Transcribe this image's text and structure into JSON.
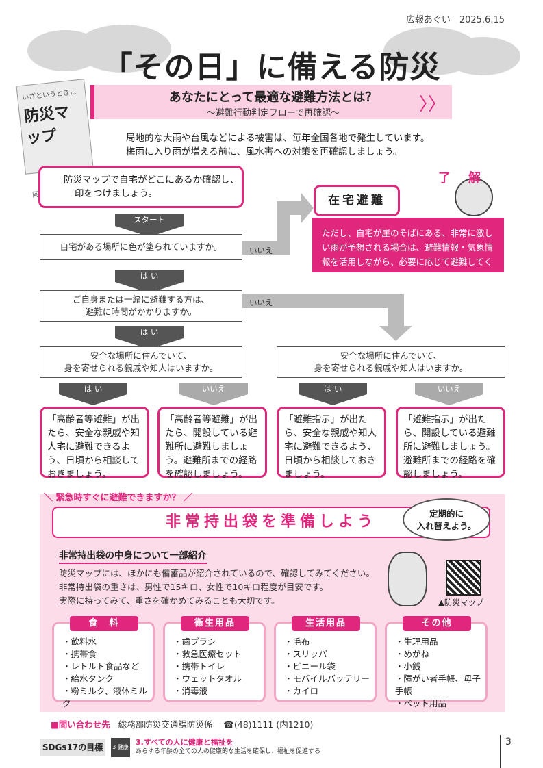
{
  "header": {
    "meta": "広報あぐい　2025.6.15"
  },
  "title": "「その日」に備える防災",
  "subtitle": {
    "line1": "あなたにとって最適な避難方法とは？",
    "line2": "～避難行動判定フローで再確認～",
    "chevrons": "〉〉"
  },
  "book": {
    "title": "防災マップ",
    "sub": "いざというときに",
    "footer": "阿久比町"
  },
  "intro": {
    "line1": "局地的な大雨や台風などによる被害は、毎年全国各地で発生しています。",
    "line2": "梅雨に入り雨が増える前に、風水害への対策を再確認しましょう。"
  },
  "flow": {
    "first": {
      "line1": "防災マップで自宅がどこにあるか確認し、",
      "line2": "印をつけましょう。"
    },
    "start_label": "スタート",
    "q1": "自宅がある場所に色が塗られていますか。",
    "q1_no": "いいえ",
    "yes": "は い",
    "q2": {
      "line1": "ご自身または一緒に避難する方は、",
      "line2": "避難に時間がかかりますか。"
    },
    "q2_no": "いいえ",
    "home": {
      "title": "在宅避難",
      "body": "ただし、自宅が崖のそばにある、非常に激しい雨が予想される場合は、避難情報・気象情報を活用しながら、必要に応じて避難してください。"
    },
    "mascot_text": "了解",
    "q3_left": {
      "line1": "安全な場所に住んでいて、",
      "line2": "身を寄せられる親戚や知人はいますか。"
    },
    "q3_right": {
      "line1": "安全な場所に住んでいて、",
      "line2": "身を寄せられる親戚や知人はいますか。"
    },
    "yes_label": "は い",
    "no_label": "いいえ",
    "results": [
      "「高齢者等避難」が出たら、安全な親戚や知人宅に避難できるよう、日頃から相談しておきましょう。",
      "「高齢者等避難」が出たら、開設している避難所に避難しましょう。避難所までの経路を確認しましょう。",
      "「避難指示」が出たら、安全な親戚や知人宅に避難できるよう、日頃から相談しておきましょう。",
      "「避難指示」が出たら、開設している避難所に避難しましょう。避難所までの経路を確認しましょう。"
    ]
  },
  "emergency": {
    "tag": "＼ 緊急時すぐに避難できますか？ ／",
    "title": "非常持出袋を準備しよう",
    "bubble": {
      "line1": "定期的に",
      "line2": "入れ替えよう。"
    },
    "section": "非常持出袋の中身について一部紹介",
    "desc": [
      "防災マップには、ほかにも備蓄品が紹介されているので、確認してみてください。",
      "非常持出袋の重さは、男性で15キロ、女性で10キロ程度が目安です。",
      "実際に持ってみて、重さを確かめてみることも大切です。"
    ],
    "qr_label": "▲防災マップ",
    "categories": [
      {
        "label": "食　料",
        "items": [
          "・飲料水",
          "・携帯食",
          "・レトルト食品など",
          "・給水タンク",
          "・粉ミルク、液体ミルク"
        ]
      },
      {
        "label": "衛生用品",
        "items": [
          "・歯ブラシ",
          "・救急医療セット",
          "・携帯トイレ",
          "・ウェットタオル",
          "・消毒液"
        ]
      },
      {
        "label": "生活用品",
        "items": [
          "・毛布",
          "・スリッパ",
          "・ビニール袋",
          "・モバイルバッテリー",
          "・カイロ"
        ]
      },
      {
        "label": "その他",
        "items": [
          "・生理用品",
          "・めがね",
          "・小銭",
          "・障がい者手帳、母子手帳",
          "・ペット用品"
        ]
      }
    ]
  },
  "contact": {
    "label": "■問い合わせ先",
    "dept": "総務部防災交通課防災係",
    "tel": "☎(48)1111 (内1210)"
  },
  "sdgs": {
    "tag": "SDGs17の目標",
    "icon_text": "3 健康",
    "title": "3.すべての人に健康と福祉を",
    "desc": "あらゆる年齢の全ての人の健康的な生活を確保し、福祉を促進する"
  },
  "page_number": "3",
  "colors": {
    "accent": "#e0277e",
    "accent_light": "#fbd0e2",
    "gray_arrow": "#555555"
  }
}
